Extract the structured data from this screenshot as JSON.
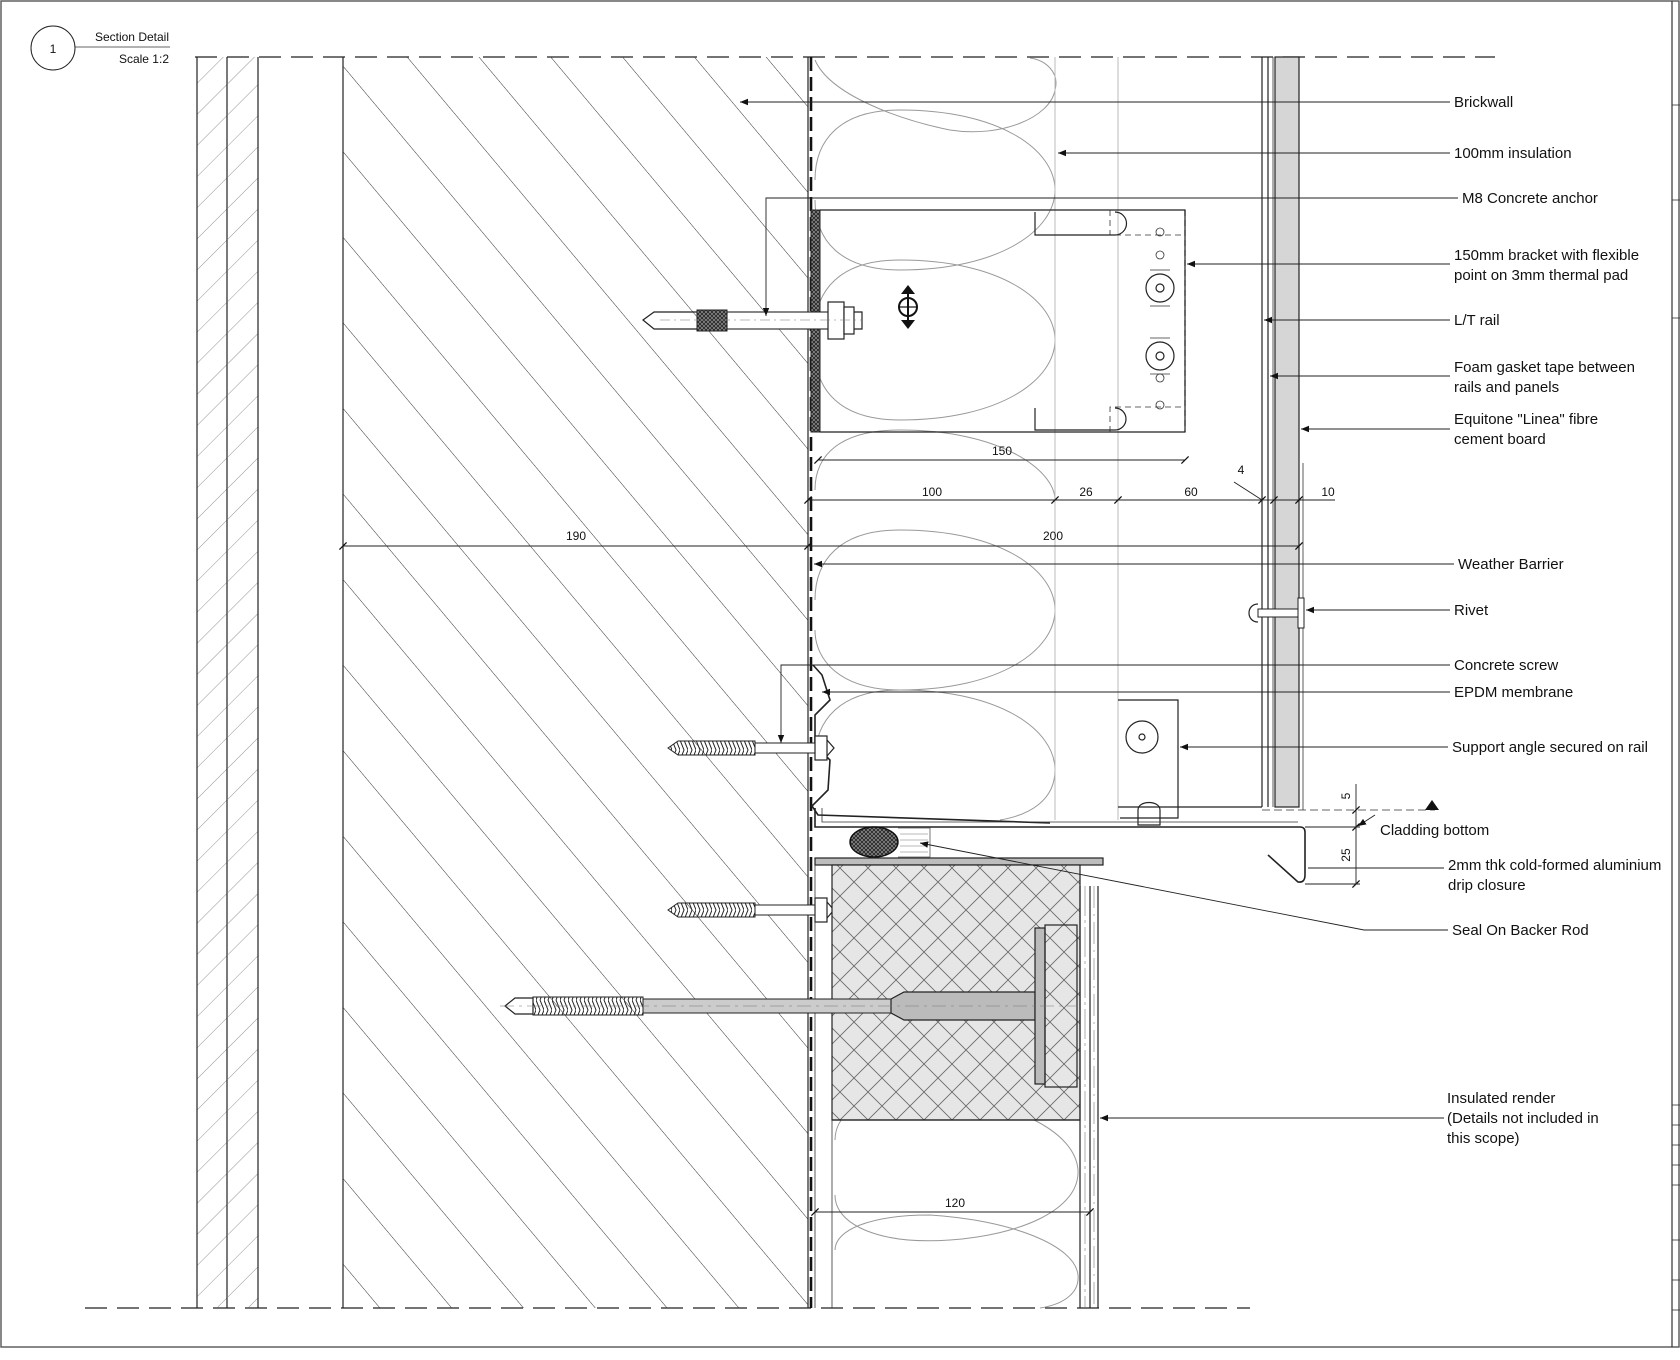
{
  "title_block": {
    "number": "1",
    "title": "Section Detail",
    "scale": "Scale 1:2"
  },
  "labels": [
    "Brickwall",
    "100mm insulation",
    "M8 Concrete anchor",
    "150mm bracket with flexible",
    "point on 3mm thermal pad",
    "L/T rail",
    "Foam gasket tape between",
    "rails and panels",
    "Equitone \"Linea\" fibre",
    "cement board",
    "Weather Barrier",
    "Rivet",
    "Concrete screw",
    "EPDM membrane",
    "Support angle secured on rail",
    "Cladding bottom",
    "2mm thk cold-formed aluminium",
    "drip closure",
    "Seal On Backer Rod",
    "Insulated render",
    "(Details not included in",
    "this scope)"
  ],
  "dimensions": [
    "150",
    "100",
    "26",
    "60",
    "4",
    "10",
    "190",
    "200",
    "5",
    "25",
    "120"
  ],
  "colors": {
    "ink": "#222222",
    "panel": "#d6d6d6",
    "render_fill": "#e6e6e6",
    "insulation": "#999999"
  }
}
